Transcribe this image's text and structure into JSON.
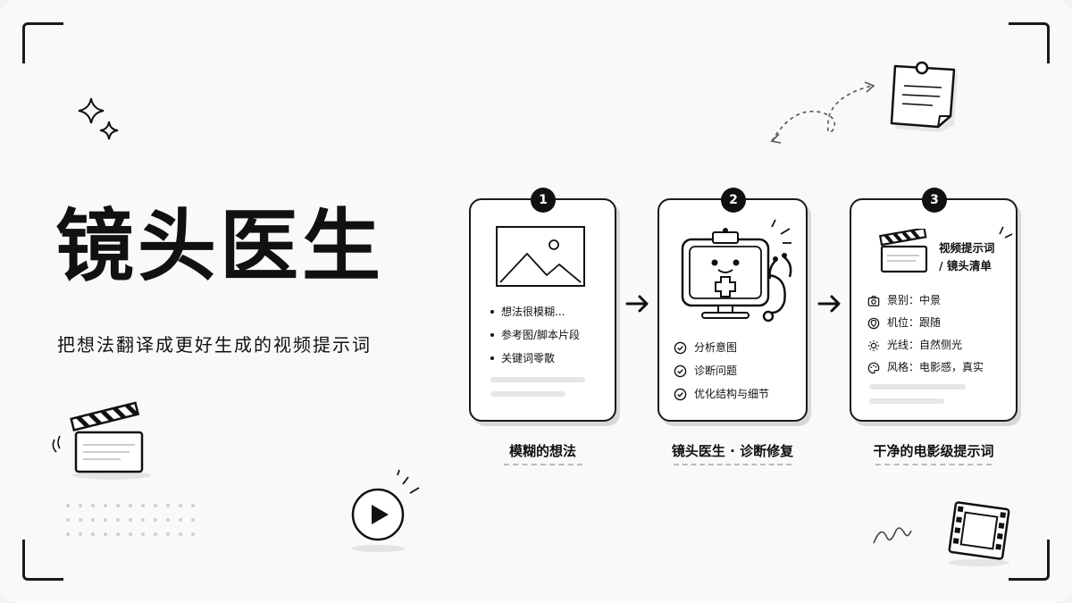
{
  "title": "镜头医生",
  "subtitle": "把想法翻译成更好生成的视频提示词",
  "steps": [
    {
      "number": "1",
      "items": [
        "想法很模糊...",
        "参考图/脚本片段",
        "关键词零散"
      ],
      "caption": "模糊的想法"
    },
    {
      "number": "2",
      "items": [
        "分析意图",
        "诊断问题",
        "优化结构与细节"
      ],
      "caption": "镜头医生 · 诊断修复"
    },
    {
      "number": "3",
      "heading_line1": "视频提示词",
      "heading_line2": "/ 镜头清单",
      "items": [
        "景别：中景",
        "机位：跟随",
        "光线：自然侧光",
        "风格：电影感，真实"
      ],
      "icons": [
        "camera-icon",
        "location-icon",
        "sun-icon",
        "palette-icon"
      ],
      "caption": "干净的电影级提示词"
    }
  ],
  "colors": {
    "ink": "#111111",
    "background": "#f9f9f9",
    "card": "#ffffff",
    "muted": "#e6e6e6"
  }
}
